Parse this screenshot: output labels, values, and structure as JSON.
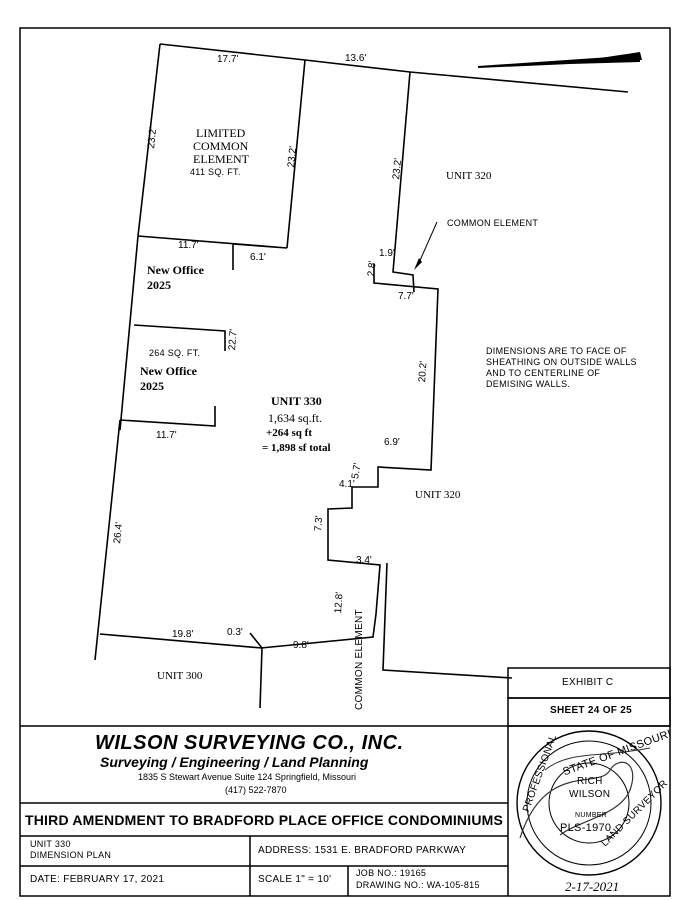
{
  "plan": {
    "dims": {
      "d17_7_top": "17.7'",
      "d13_6": "13.6'",
      "d23_2_left": "23.2'",
      "d23_2_mid": "23.2'",
      "d23_2_right": "23.2'",
      "d11_7_a": "11.7'",
      "d6_1": "6.1'",
      "d1_9": "1.9'",
      "d2_8": "2.8'",
      "d7_7": "7.7'",
      "d22_7": "22.7'",
      "d20_2": "20.2'",
      "d11_7_b": "11.7'",
      "d6_9": "6.9'",
      "d5_7": "5.7'",
      "d4_1": "4.1'",
      "d7_3": "7.3'",
      "d26_4": "26.4'",
      "d3_4": "3.4'",
      "d12_8": "12.8'",
      "d19_8": "19.8'",
      "d0_3": "0.3'",
      "d9_8": "9.8'"
    },
    "lce": {
      "line1": "LIMITED",
      "line2": "COMMON",
      "line3": "ELEMENT",
      "sqft": "411 SQ. FT."
    },
    "office1": {
      "line1": "New Office",
      "line2": "2025"
    },
    "office2": {
      "sqft": "264 SQ. FT.",
      "line1": "New Office",
      "line2": "2025"
    },
    "unit330": {
      "title": "UNIT 330",
      "area1": "1,634 sq.ft.",
      "area2": "+264 sq ft",
      "area3": "= 1,898 sf total"
    },
    "unit320_top": "UNIT 320",
    "unit320_bottom": "UNIT 320",
    "unit300": "UNIT 300",
    "common_element_callout": "COMMON ELEMENT",
    "common_element_vertical": "COMMON ELEMENT",
    "note": {
      "line1": "DIMENSIONS ARE TO FACE OF",
      "line2": "SHEATHING ON OUTSIDE WALLS",
      "line3": "AND TO CENTERLINE OF",
      "line4": "DEMISING WALLS."
    }
  },
  "exhibit": {
    "label": "EXHIBIT C",
    "sheet": "SHEET 24 OF 25"
  },
  "title_block": {
    "company": "WILSON SURVEYING CO., INC.",
    "services": "Surveying / Engineering / Land Planning",
    "address": "1835 S Stewart Avenue Suite 124  Springfield, Missouri",
    "phone": "(417) 522-7870",
    "doc_title": "THIRD AMENDMENT TO BRADFORD PLACE OFFICE CONDOMINIUMS",
    "unit_line1": "UNIT 330",
    "unit_line2": "DIMENSION PLAN",
    "address_label": "ADDRESS:  1531 E. BRADFORD PARKWAY",
    "date": "DATE:   FEBRUARY 17, 2021",
    "scale": "SCALE 1\" = 10'",
    "job": "JOB NO.: 19165",
    "drawing": "DRAWING NO.: WA-105-815"
  },
  "seal": {
    "arc_top": "STATE OF MISSOURI",
    "arc_left": "PROFESSIONAL",
    "arc_right": "LAND SURVEYOR",
    "name1": "RICH",
    "name2": "WILSON",
    "number_label": "NUMBER",
    "number": "PLS-1970",
    "signed_date": "2-17-2021"
  }
}
